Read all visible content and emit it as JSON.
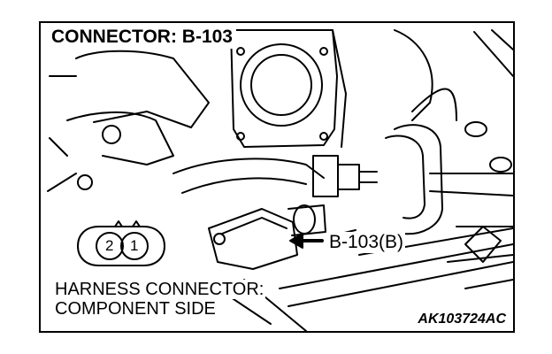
{
  "figure": {
    "title": "CONNECTOR: B-103",
    "callout_label": "B-103(B)",
    "connector_view": {
      "line1": "HARNESS CONNECTOR:",
      "line2": "COMPONENT SIDE",
      "pins": [
        "2",
        "1"
      ]
    },
    "figure_code": "AK103724AC"
  }
}
